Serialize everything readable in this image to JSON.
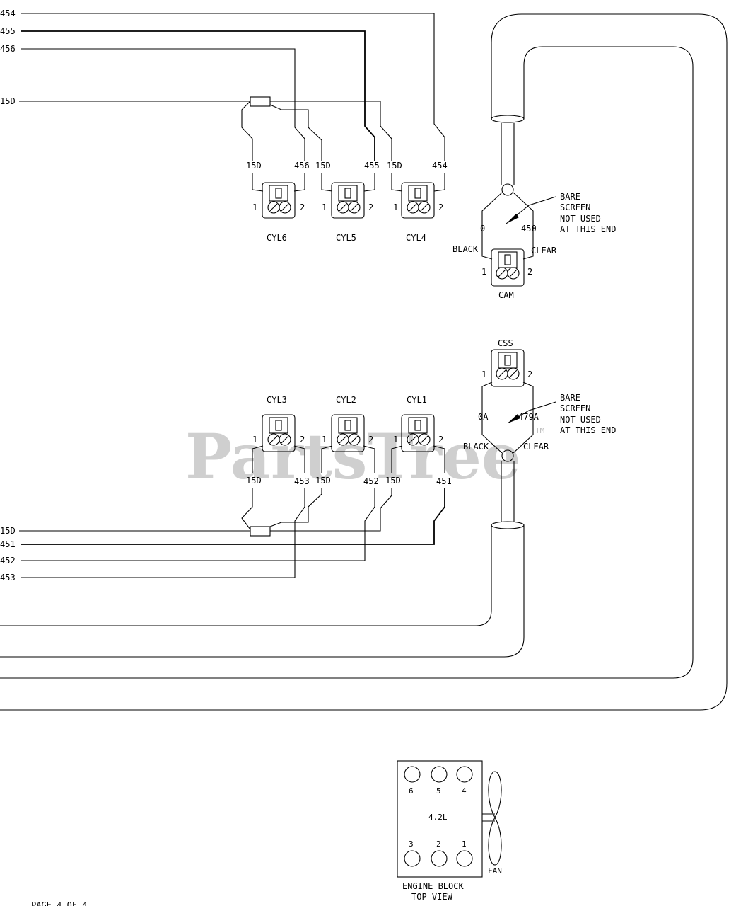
{
  "watermark": "PartsTree",
  "trademark": "TM",
  "wires_top": {
    "w454": "454",
    "w455": "455",
    "w456": "456",
    "w15d": "15D"
  },
  "wires_bottom": {
    "w15d": "15D",
    "w451": "451",
    "w452": "452",
    "w453": "453"
  },
  "top_connectors": [
    {
      "name": "CYL6",
      "left": "15D",
      "right": "456",
      "pin1": "1",
      "pin2": "2"
    },
    {
      "name": "CYL5",
      "left": "15D",
      "right": "455",
      "pin1": "1",
      "pin2": "2"
    },
    {
      "name": "CYL4",
      "left": "15D",
      "right": "454",
      "pin1": "1",
      "pin2": "2"
    }
  ],
  "bottom_connectors": [
    {
      "name": "CYL3",
      "left": "15D",
      "right": "453",
      "pin1": "1",
      "pin2": "2"
    },
    {
      "name": "CYL2",
      "left": "15D",
      "right": "452",
      "pin1": "1",
      "pin2": "2"
    },
    {
      "name": "CYL1",
      "left": "15D",
      "right": "451",
      "pin1": "1",
      "pin2": "2"
    }
  ],
  "cam": {
    "name": "CAM",
    "left_wire": "0",
    "right_wire": "450",
    "left_color": "BLACK",
    "right_color": "CLEAR",
    "pin1": "1",
    "pin2": "2"
  },
  "css": {
    "name": "CSS",
    "left_wire": "0A",
    "right_wire": "479A",
    "left_color": "BLACK",
    "right_color": "CLEAR",
    "pin1": "1",
    "pin2": "2"
  },
  "screen_note": [
    "BARE",
    "SCREEN",
    "NOT USED",
    "AT THIS END"
  ],
  "engine_block": {
    "top_cyls": [
      "6",
      "5",
      "4"
    ],
    "bottom_cyls": [
      "3",
      "2",
      "1"
    ],
    "displacement": "4.2L",
    "fan": "FAN",
    "caption": [
      "ENGINE BLOCK",
      "TOP VIEW"
    ]
  },
  "page_label": "PAGE 4 OF 4"
}
